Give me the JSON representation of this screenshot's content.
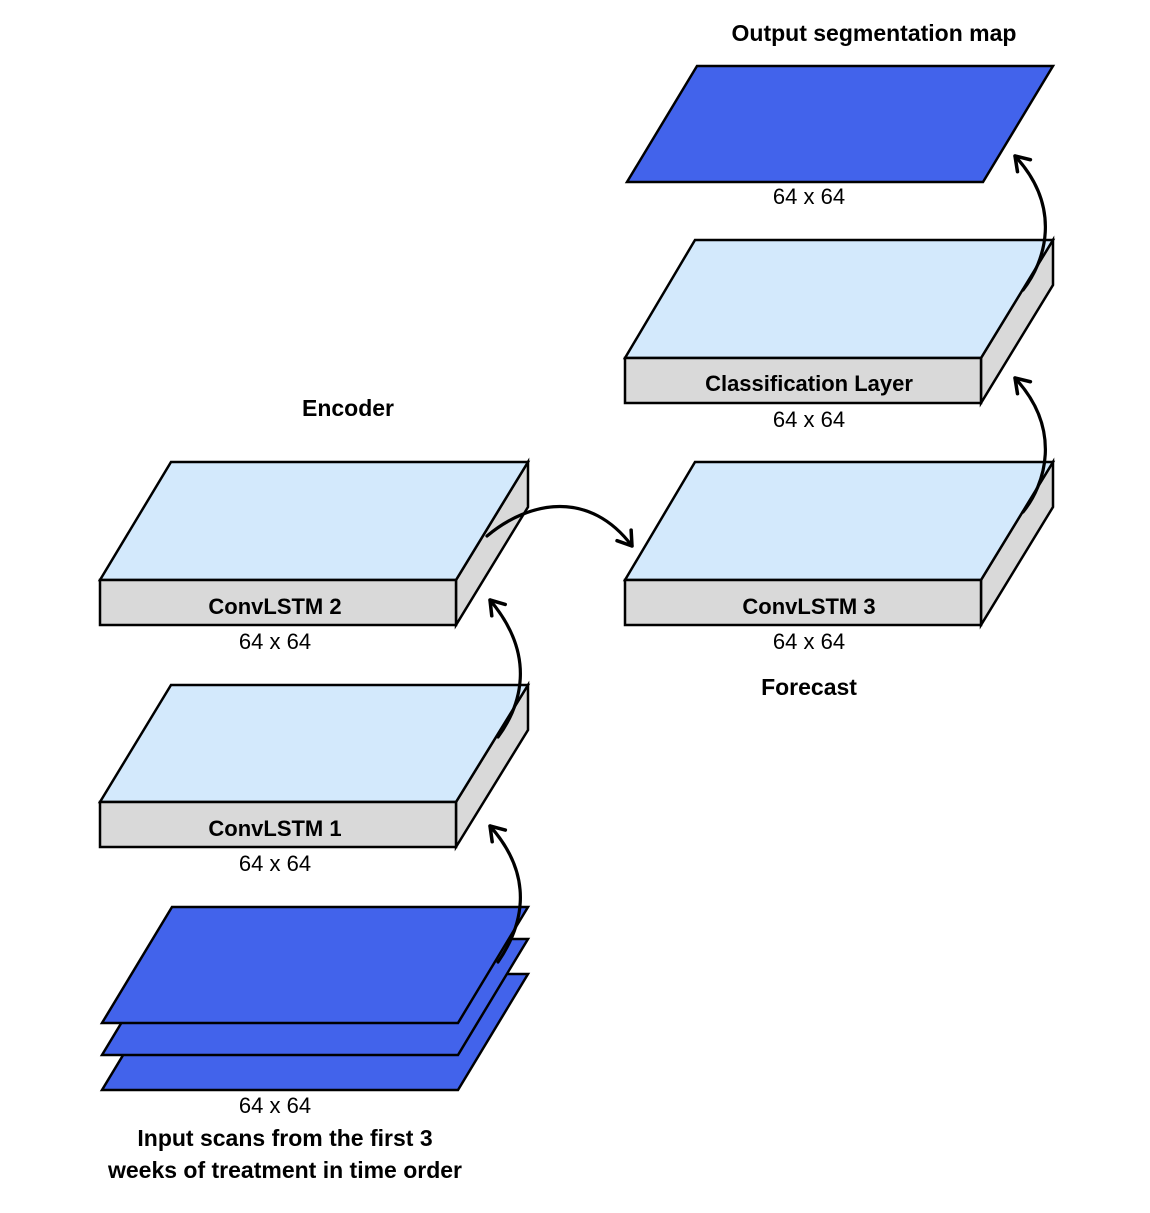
{
  "colors": {
    "scan_fill": "#4263EB",
    "layer_top": "#D3E9FC",
    "layer_side": "#D9D9D9",
    "stroke": "#000000"
  },
  "labels": {
    "output_title": "Output segmentation map",
    "encoder": "Encoder",
    "forecast": "Forecast",
    "input_line1": "Input scans from the first 3",
    "input_line2": "weeks of treatment in time order"
  },
  "blocks": {
    "output_map": {
      "dim": "64 x 64"
    },
    "classification": {
      "name": "Classification Layer",
      "dim": "64 x 64"
    },
    "convlstm3": {
      "name": "ConvLSTM 3",
      "dim": "64 x 64"
    },
    "convlstm2": {
      "name": "ConvLSTM 2",
      "dim": "64 x 64"
    },
    "convlstm1": {
      "name": "ConvLSTM 1",
      "dim": "64 x 64"
    },
    "input_scans": {
      "dim": "64 x 64",
      "count": 3
    }
  }
}
